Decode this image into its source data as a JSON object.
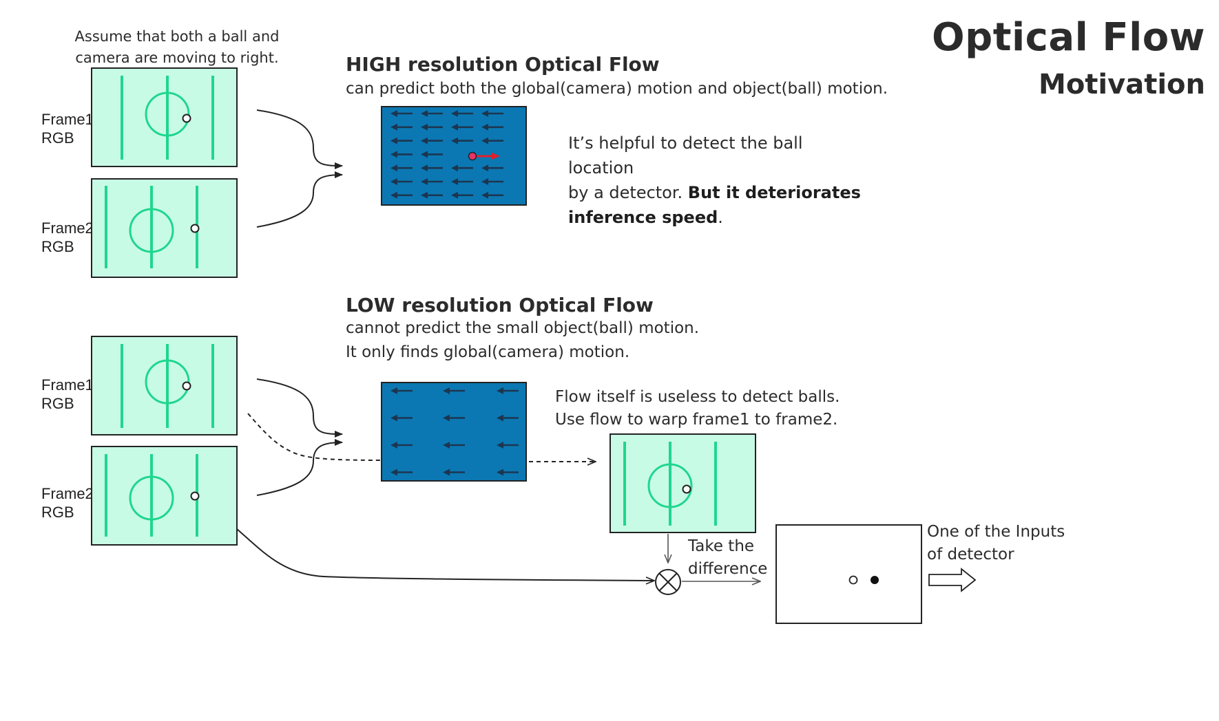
{
  "header": {
    "title": "Optical Flow",
    "subtitle": "Motivation"
  },
  "assumption_note": {
    "line1": "Assume that both a ball and",
    "line2": "camera are moving to right."
  },
  "frames": {
    "frame1_label": "Frame1",
    "frame2_label": "Frame2",
    "channel_label": "RGB"
  },
  "high_res": {
    "heading": "HIGH resolution Optical Flow",
    "description": "can predict both the global(camera) motion and object(ball) motion.",
    "callout_line1": "It’s helpful to detect the ball location",
    "callout_line2_plain": "by a detector. ",
    "callout_line2_bold": "But it deteriorates",
    "callout_line3_bold": "inference speed",
    "callout_line3_end": "."
  },
  "low_res": {
    "heading": "LOW resolution Optical Flow",
    "description_line1": "cannot predict the small object(ball) motion.",
    "description_line2": "It only finds global(camera) motion.",
    "callout_line1": "Flow itself is useless to detect balls.",
    "callout_line2": "Use flow to warp frame1 to frame2.",
    "difference_line1": "Take the",
    "difference_line2": "difference",
    "output_line1": "One of the Inputs",
    "output_line2": "of detector"
  },
  "colors": {
    "field_fill": "#c8fbe6",
    "field_line": "#1fd68f",
    "flow_fill": "#0b78b3",
    "flow_arrow": "#1c3650",
    "object_arrow": "#e0202a",
    "object_dot": "#e8326a"
  }
}
